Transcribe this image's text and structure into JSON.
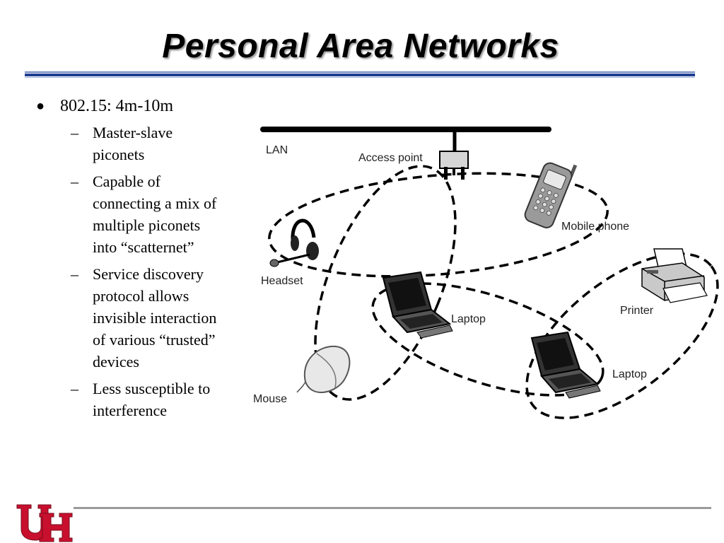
{
  "slide": {
    "title": "Personal Area Networks"
  },
  "bullets": {
    "main": "802.15: 4m-10m",
    "subs": [
      "Master-slave piconets",
      "Capable of connecting a mix of multiple piconets into “scatternet”",
      "Service discovery protocol allows invisible interaction of various “trusted” devices",
      "Less susceptible to interference"
    ]
  },
  "diagram": {
    "labels": {
      "lan": "LAN",
      "access_point": "Access point",
      "mobile_phone": "Mobile phone",
      "headset": "Headset",
      "printer": "Printer",
      "laptop_1": "Laptop",
      "laptop_2": "Laptop",
      "mouse": "Mouse"
    }
  },
  "logo": {
    "text": "UH",
    "color": "#c8102e"
  }
}
